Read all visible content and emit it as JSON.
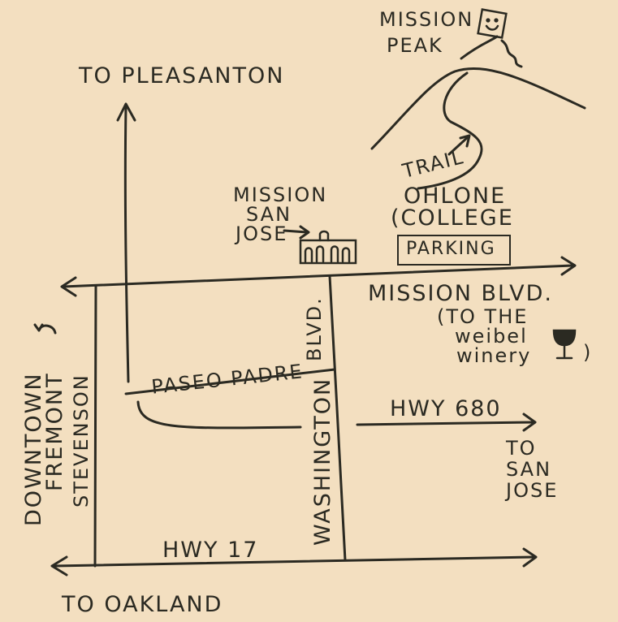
{
  "map": {
    "labels": {
      "to_pleasanton": "TO PLEASANTON",
      "mission_peak_line1": "MISSION",
      "mission_peak_line2": "PEAK",
      "trail": "TRAIL",
      "mission_san_jose_line1": "MISSION",
      "mission_san_jose_line2": "SAN",
      "mission_san_jose_line3": "JOSE",
      "ohlone_line1": "OHLONE",
      "ohlone_line2": "(COLLEGE",
      "parking": "PARKING",
      "mission_blvd": "MISSION BLVD.",
      "weibel_line1": "(TO THE",
      "weibel_line2": "weibel",
      "weibel_line3": "winery",
      "weibel_paren": ")",
      "blvd": "BLVD.",
      "downtown": "DOWNTOWN",
      "fremont": "FREMONT",
      "stevenson": "STEVENSON",
      "paseo_padre": "PASEO PADRE",
      "washington": "WASHINGTON",
      "hwy_680": "HWY 680",
      "to_san_jose_line1": "TO",
      "to_san_jose_line2": "SAN",
      "to_san_jose_line3": "JOSE",
      "hwy_17": "HWY 17",
      "to_oakland": "TO OAKLAND"
    },
    "icons": [
      "smiley-kite-icon",
      "arrow-icon",
      "wine-glass-icon",
      "mission-building-icon"
    ],
    "colors": {
      "paper": "#f3dfc0",
      "ink": "#2b2a22"
    }
  }
}
